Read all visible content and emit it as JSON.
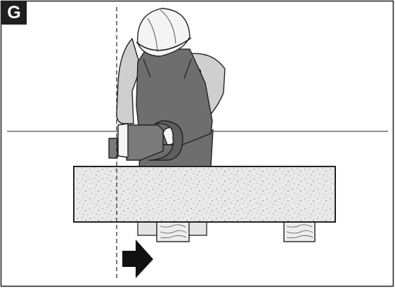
{
  "figure": {
    "label": "G",
    "colors": {
      "frame": "#1f1f1f",
      "badge_background": "#1f1f1f",
      "badge_text": "#ffffff",
      "concrete": "#e9e9e9",
      "concrete_speckle": "#8c8c8c",
      "overalls": "#6e6e6e",
      "shirt": "#cfcfcf",
      "tool_body": "#7a7a7a",
      "wood": "#ececec",
      "arrow": "#111111",
      "outline": "#222222"
    },
    "elements": [
      "frame",
      "label-badge",
      "horizontal-reference-line",
      "vertical-cut-line",
      "concrete-slab",
      "wooden-support-blocks",
      "worker",
      "hard-hat",
      "wall-saw",
      "direction-arrow"
    ]
  }
}
